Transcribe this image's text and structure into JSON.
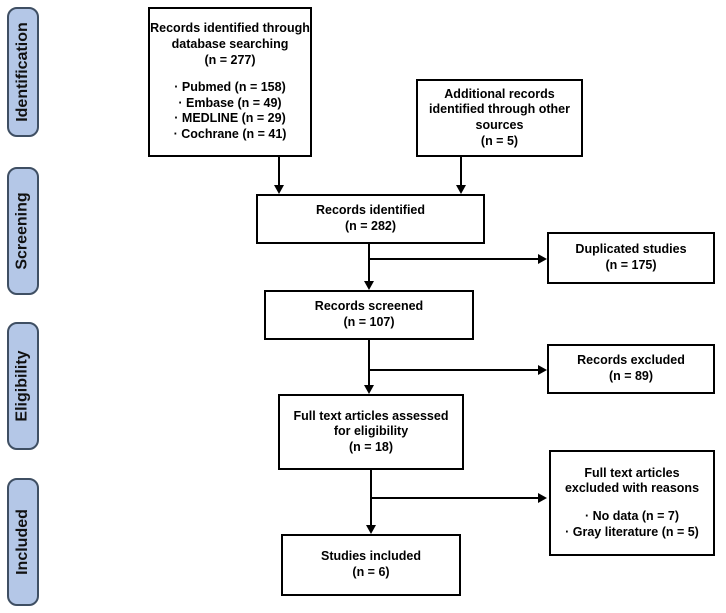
{
  "stages": {
    "identification": "Identification",
    "screening": "Screening",
    "eligibility": "Eligibility",
    "included": "Included"
  },
  "boxes": {
    "database": {
      "line1": "Records identified through",
      "line2": "database searching",
      "line3": "(n = 277)",
      "sources": [
        "· Pubmed (n = 158)",
        "· Embase (n = 49)",
        "· MEDLINE (n = 29)",
        "· Cochrane (n = 41)"
      ]
    },
    "additional": {
      "line1": "Additional records",
      "line2": "identified through other",
      "line3": "sources",
      "line4": "(n = 5)"
    },
    "identified": {
      "line1": "Records identified",
      "line2": "(n = 282)"
    },
    "duplicated": {
      "line1": "Duplicated studies",
      "line2": "(n = 175)"
    },
    "screened": {
      "line1": "Records screened",
      "line2": "(n = 107)"
    },
    "excluded": {
      "line1": "Records excluded",
      "line2": "(n = 89)"
    },
    "fulltext": {
      "line1": "Full text articles assessed",
      "line2": "for eligibility",
      "line3": "(n = 18)"
    },
    "fulltext_excluded": {
      "line1": "Full text articles",
      "line2": "excluded with reasons",
      "reasons": [
        "· No data (n = 7)",
        "· Gray literature (n = 5)"
      ]
    },
    "included": {
      "line1": "Studies included",
      "line2": "(n = 6)"
    }
  }
}
